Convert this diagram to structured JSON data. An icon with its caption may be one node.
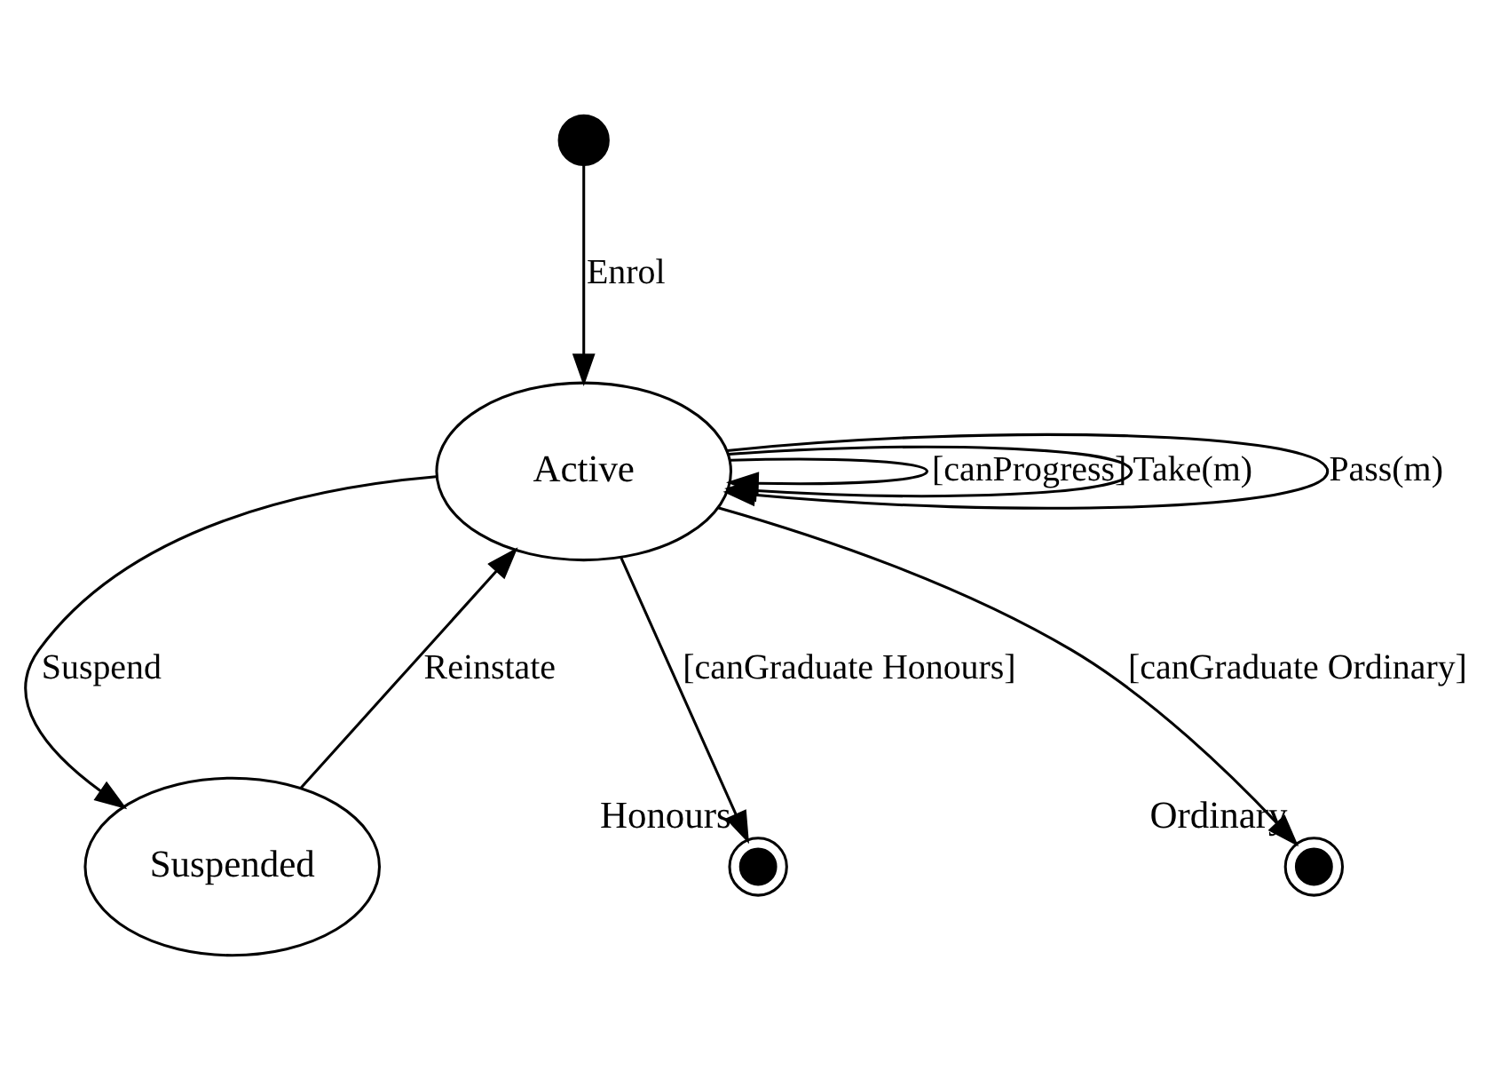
{
  "diagram": {
    "nodes": [
      {
        "text": [],
        "shape": "circle"
      },
      {
        "text": [
          "Active"
        ]
      },
      {
        "text": [
          "Suspended"
        ]
      },
      {
        "text": [],
        "shape": "circle",
        "beside": [
          "Honours"
        ]
      },
      {
        "text": [],
        "shape": "circle",
        "beside": [
          "Ordinary"
        ]
      }
    ],
    "edges": [
      {
        "from": 0,
        "to": 1,
        "arrow": "to",
        "label": "Enrol"
      },
      {
        "from": 1,
        "to": 1,
        "arrow": "to",
        "label": "[canProgress]"
      },
      {
        "from": 1,
        "to": 1,
        "arrow": "to",
        "label": "Take(m)"
      },
      {
        "from": 1,
        "to": 1,
        "arrow": "to",
        "label": "Pass(m)"
      },
      {
        "from": 1,
        "to": 2,
        "arrow": "to",
        "label": "Suspend"
      },
      {
        "from": 2,
        "to": 1,
        "arrow": "to",
        "label": "Reinstate"
      },
      {
        "from": 1,
        "to": 3,
        "arrow": "to",
        "label": "[canGraduate Honours]"
      },
      {
        "from": 1,
        "to": 4,
        "arrow": "to",
        "label": "[canGraduate Ordinary]"
      }
    ]
  }
}
